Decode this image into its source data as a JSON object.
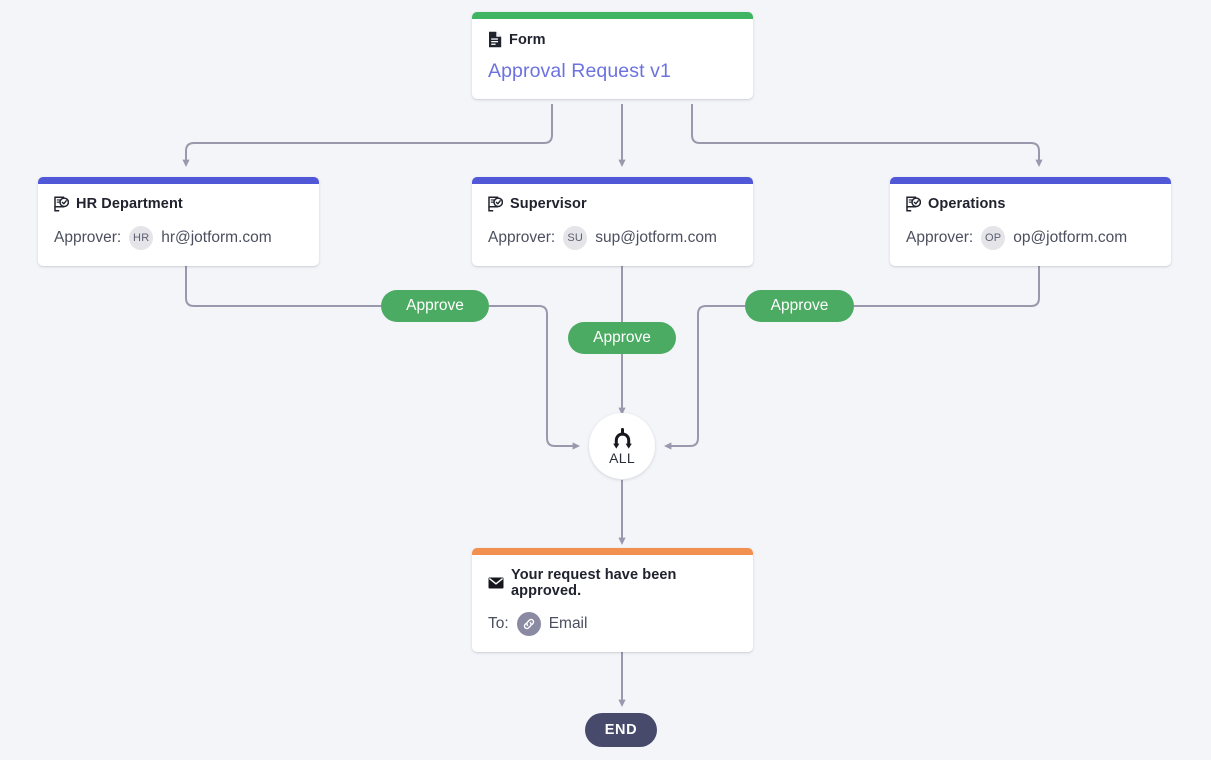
{
  "canvas": {
    "background_color": "#f4f5f9",
    "edge_color": "#9a98ad"
  },
  "nodes": {
    "form": {
      "type_label": "Form",
      "icon": "document-icon",
      "title": "Approval Request v1",
      "bar_color": "#3fb563"
    },
    "approvals": [
      {
        "title": "HR Department",
        "icon": "approval-clipboard-icon",
        "approver_label": "Approver:",
        "avatar_initials": "HR",
        "email": "hr@jotform.com",
        "bar_color": "#5158d8"
      },
      {
        "title": "Supervisor",
        "icon": "approval-clipboard-icon",
        "approver_label": "Approver:",
        "avatar_initials": "SU",
        "email": "sup@jotform.com",
        "bar_color": "#5158d8"
      },
      {
        "title": "Operations",
        "icon": "approval-clipboard-icon",
        "approver_label": "Approver:",
        "avatar_initials": "OP",
        "email": "op@jotform.com",
        "bar_color": "#5158d8"
      }
    ],
    "branch_labels": [
      {
        "text": "Approve"
      },
      {
        "text": "Approve"
      },
      {
        "text": "Approve"
      }
    ],
    "merge": {
      "label": "ALL",
      "icon": "merge-fork-icon"
    },
    "email": {
      "icon": "envelope-icon",
      "title": "Your request have been approved.",
      "to_label": "To:",
      "to_icon": "link-icon",
      "to_value": "Email",
      "bar_color": "#f2904f"
    },
    "end": {
      "label": "END",
      "color": "#474a6b"
    }
  }
}
